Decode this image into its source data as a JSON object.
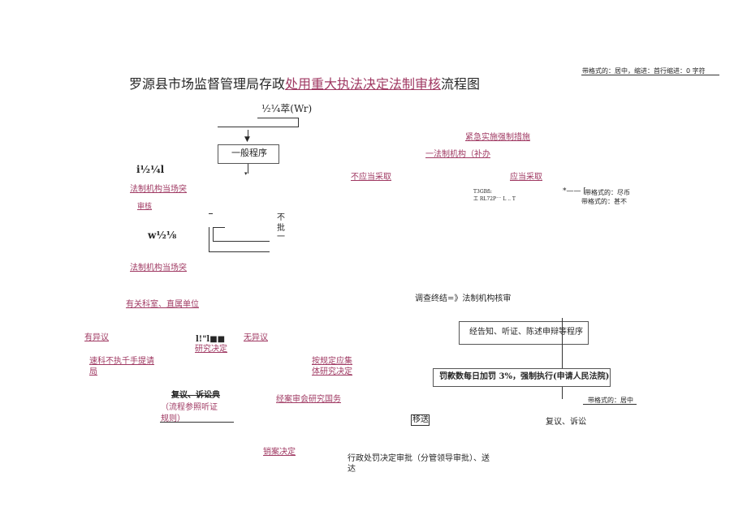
{
  "document": {
    "title_part1": "罗源县市场监督管理局存政",
    "title_part2": "处用",
    "title_part3": "重大执法决定法制审核",
    "title_part4": "流程图"
  },
  "notes": {
    "top_right": "带格式的：居中，缩进：首行缩进：0 字符",
    "right_mid_1": "带格式的：尽币",
    "right_mid_2": "带格式的：甚不",
    "right_bottom": "带格式的：居中"
  },
  "flow": {
    "top_label": "½¼萃(Wr)",
    "general_procedure": "一般程序",
    "left_code": "i½¼l",
    "legal_dept_onsite_1": "法制机构当场突",
    "review": "审核",
    "w_code": "w½⅛",
    "not_approved_1": "不",
    "not_approved_2": "批",
    "not_approved_3": "一",
    "legal_dept_onsite_2": "法制机构当场突",
    "related_dept": "有关科室、直属单位",
    "objection": "有异议",
    "study_code": "l!\"l■■",
    "study_decision": "研究决定",
    "no_objection": "无异议",
    "withdraw_case": "速科不执千手提请局",
    "reconsider": "复议、诉讼典",
    "hearing_ref": "（流程参照听证规则）",
    "per_regulation": "按规定应集体研究决定",
    "case_review": "经案审会研究国务",
    "cancel_case": "销案决定",
    "emergency": "紧急实施强制措施",
    "legal_dept_supplement": "一法制机构（补办",
    "not_should_seize": "不应当采取",
    "should_seize": "应当采取",
    "small_1": "T3GBfi:",
    "small_2": "工 RL72P⁻⁻ L .. T",
    "investigation_end": "调查终结=》法制机构核审",
    "notify_hearing": "经告知、听证、陈述申辩等程序",
    "penalty_enforce": "罚款数每日加罚 3%，强制执行(申请人民法院)",
    "transfer": "移送",
    "reconsider_litigation": "复议、诉讼",
    "admin_penalty": "行政处罚决定审批（分管领导审批）、送达"
  }
}
